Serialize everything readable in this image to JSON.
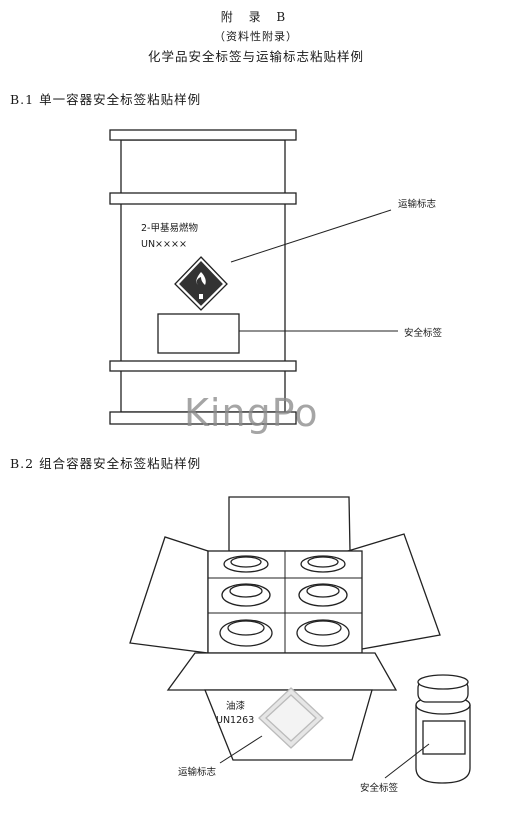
{
  "header": {
    "appendix": "附 录 B",
    "nature": "（资料性附录）",
    "title": "化学品安全标签与运输标志粘贴样例"
  },
  "section1": {
    "heading": "B.1   单一容器安全标签粘贴样例",
    "drum_label_name": "2-甲基易燃物",
    "drum_label_un": "UN××××",
    "transport_mark_label": "运输标志",
    "safety_label_label": "安全标签"
  },
  "section2": {
    "heading": "B.2   组合容器安全标签粘贴样例",
    "box_label_name": "油漆",
    "box_label_un": "UN1263",
    "transport_mark_label": "运输标志",
    "safety_label_label": "安全标签"
  },
  "watermark": "KingPo"
}
